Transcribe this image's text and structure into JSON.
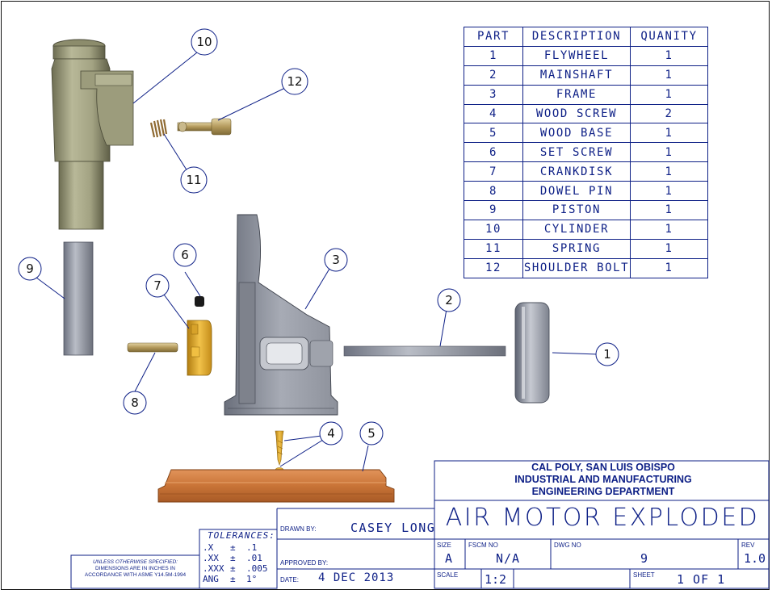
{
  "parts_list": {
    "headers": [
      "PART",
      "DESCRIPTION",
      "QUANITY"
    ],
    "rows": [
      [
        "1",
        "FLYWHEEL",
        "1"
      ],
      [
        "2",
        "MAINSHAFT",
        "1"
      ],
      [
        "3",
        "FRAME",
        "1"
      ],
      [
        "4",
        "WOOD SCREW",
        "2"
      ],
      [
        "5",
        "WOOD BASE",
        "1"
      ],
      [
        "6",
        "SET SCREW",
        "1"
      ],
      [
        "7",
        "CRANKDISK",
        "1"
      ],
      [
        "8",
        "DOWEL PIN",
        "1"
      ],
      [
        "9",
        "PISTON",
        "1"
      ],
      [
        "10",
        "CYLINDER",
        "1"
      ],
      [
        "11",
        "SPRING",
        "1"
      ],
      [
        "12",
        "SHOULDER BOLT",
        "1"
      ]
    ]
  },
  "balloons": {
    "b1": "1",
    "b2": "2",
    "b3": "3",
    "b4": "4",
    "b5": "5",
    "b6": "6",
    "b7": "7",
    "b8": "8",
    "b9": "9",
    "b10": "10",
    "b11": "11",
    "b12": "12"
  },
  "title_block": {
    "org_line1": "CAL POLY, SAN LUIS OBISPO",
    "org_line2": "INDUSTRIAL AND MANUFACTURING",
    "org_line3": "ENGINEERING DEPARTMENT",
    "title": "AIR MOTOR EXPLODED",
    "drawn_by_label": "DRAWN BY:",
    "drawn_by": "CASEY LONG",
    "approved_by_label": "APPROVED BY:",
    "date_label": "DATE:",
    "date": "4 DEC 2013",
    "size_label": "SIZE",
    "size": "A",
    "fscm_label": "FSCM NO",
    "fscm": "N/A",
    "dwg_label": "DWG NO",
    "dwg": "9",
    "rev_label": "REV",
    "rev": "1.0",
    "scale_label": "SCALE",
    "scale": "1:2",
    "sheet_label": "SHEET",
    "sheet": "1 OF 1"
  },
  "tolerances": {
    "heading": "TOLERANCES:",
    "rows": [
      [
        ".X",
        "±",
        ".1"
      ],
      [
        ".XX",
        "±",
        ".01"
      ],
      [
        ".XXX",
        "±",
        ".005"
      ],
      [
        "ANG",
        "±",
        "1°"
      ]
    ]
  },
  "note": {
    "line1": "UNLESS OTHERWISE SPECIFIED:",
    "line2": "DIMENSIONS ARE IN INCHES IN",
    "line3": "ACCORDANCE WITH ASME Y14.5M-1994"
  },
  "colors": {
    "ink": "#0d1f86",
    "cylinder": "#a9a98a",
    "steel": "#9aa0aa",
    "brass": "#d9a62b",
    "wood": "#c8753a"
  }
}
